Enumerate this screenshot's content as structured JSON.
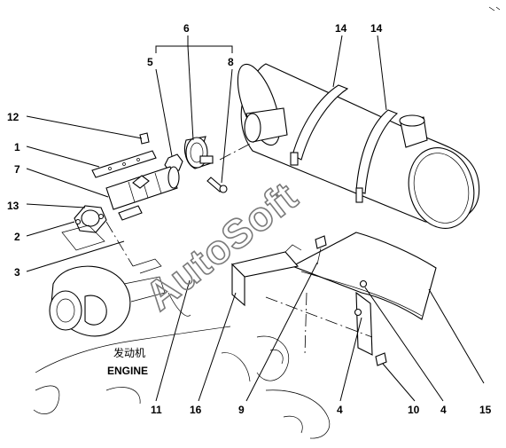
{
  "engine_label_cn": "发动机",
  "engine_label_en": "ENGINE",
  "watermark": "AutoSoft",
  "callouts": {
    "c1": "1",
    "c2": "2",
    "c3": "3",
    "c4a": "4",
    "c4b": "4",
    "c5": "5",
    "c6": "6",
    "c7": "7",
    "c8": "8",
    "c9": "9",
    "c10": "10",
    "c11": "11",
    "c12": "12",
    "c13": "13",
    "c14a": "14",
    "c14b": "14",
    "c15": "15",
    "c16": "16"
  }
}
